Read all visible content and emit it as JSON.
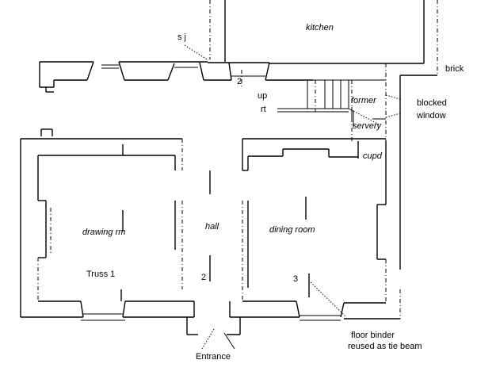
{
  "plan": {
    "rooms": {
      "kitchen": "kitchen",
      "former": "former",
      "servery": "servery",
      "cupd": "cupd",
      "drawing_room": "drawing rm",
      "hall": "hall",
      "dining_room": "dining room"
    },
    "annotations": {
      "sj": "s j",
      "brick": "brick",
      "blocked_1": "blocked",
      "blocked_2": "window",
      "up": "up",
      "rt": "rt",
      "truss1": "Truss 1",
      "truss2_upper": "2",
      "truss2_hall": "2",
      "truss3": "3",
      "floor_binder_1": "floor binder",
      "floor_binder_2": "reused as tie beam",
      "entrance": "Entrance"
    }
  }
}
